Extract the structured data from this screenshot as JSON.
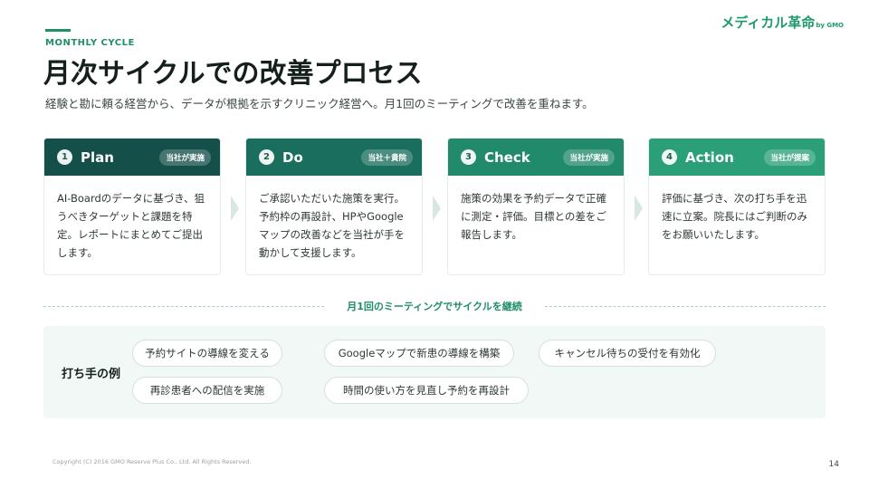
{
  "header": {
    "eyebrow": "MONTHLY CYCLE",
    "title": "月次サイクルでの改善プロセス",
    "subtitle": "経験と勘に頼る経営から、データが根拠を示すクリニック経営へ。月1回のミーティングで改善を重ねます。"
  },
  "logo": {
    "main": "メディカル革命",
    "sub": "by GMO"
  },
  "steps": [
    {
      "num": "1",
      "name": "Plan",
      "badge": "当社が実施",
      "body": "AI-Boardのデータに基づき、狙うべきターゲットと課題を特定。レポートにまとめてご提出します。"
    },
    {
      "num": "2",
      "name": "Do",
      "badge": "当社＋貴院",
      "body": "ご承認いただいた施策を実行。予約枠の再設計、HPやGoogleマップの改善などを当社が手を動かして支援します。"
    },
    {
      "num": "3",
      "name": "Check",
      "badge": "当社が実施",
      "body": "施策の効果を予約データで正確に測定・評価。目標との差をご報告します。"
    },
    {
      "num": "4",
      "name": "Action",
      "badge": "当社が提案",
      "body": "評価に基づき、次の打ち手を迅速に立案。院長にはご判断のみをお願いいたします。"
    }
  ],
  "cycle_label": "月1回のミーティングでサイクルを継続",
  "examples": {
    "label": "打ち手の例",
    "items": [
      "予約サイトの導線を変える",
      "Googleマップで新患の導線を構築",
      "キャンセル待ちの受付を有効化",
      "再診患者への配信を実施",
      "時間の使い方を見直し予約を再設計"
    ]
  },
  "footer": {
    "copyright": "Copyright (C) 2016 GMO Reserve Plus Co., Ltd. All Rights Reserved.",
    "page_number": "14"
  },
  "colors": {
    "accent": "#1f8f66",
    "plan": "#144f4a",
    "do": "#1a6e5e",
    "check": "#208a6a",
    "action": "#2a9f78"
  }
}
